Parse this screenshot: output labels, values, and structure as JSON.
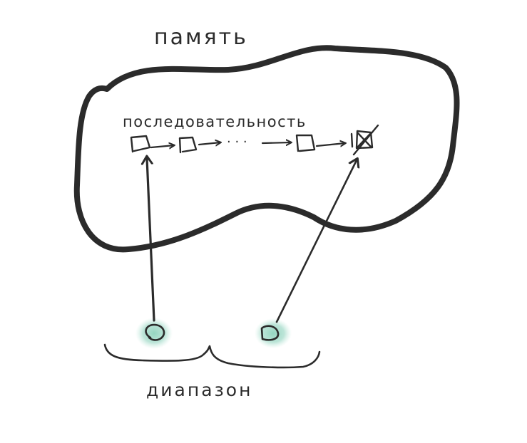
{
  "labels": {
    "memory": "память",
    "sequence": "последовательность",
    "range": "диапазон",
    "ellipsis": "· · ·"
  },
  "colors": {
    "ink": "#2b2b2b",
    "highlight": "#a6dccb",
    "background": "#ffffff"
  },
  "icons": {
    "iterator_begin": "circle-handle-icon",
    "iterator_end": "circle-handle-icon",
    "past_end_cell": "crossed-box-icon"
  }
}
